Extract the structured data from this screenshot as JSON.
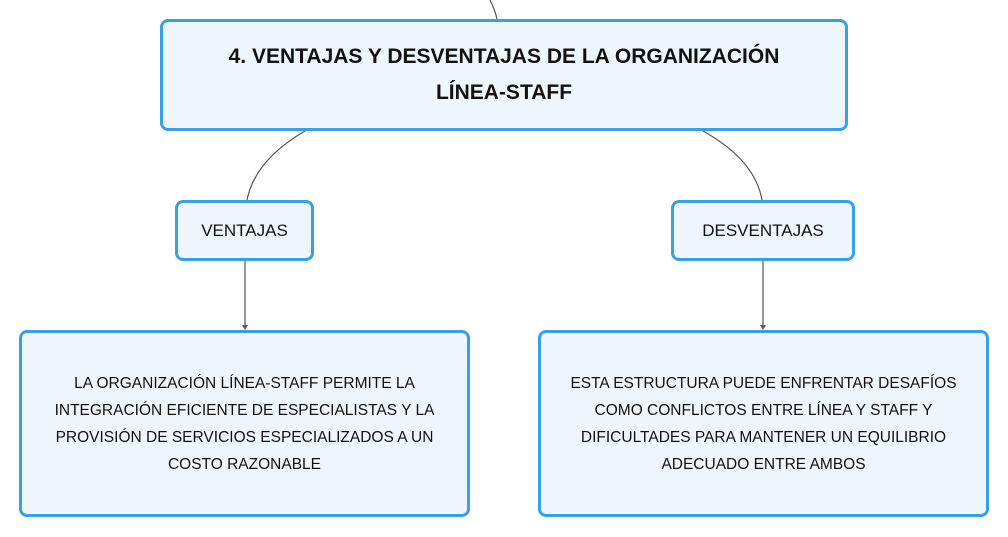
{
  "title": {
    "line1": "4. VENTAJAS Y DESVENTAJAS DE LA ORGANIZACIÓN",
    "line2": "LÍNEA-STAFF"
  },
  "branches": [
    {
      "label": "VENTAJAS",
      "detail": [
        "LA ORGANIZACIÓN LÍNEA-STAFF PERMITE LA",
        "INTEGRACIÓN EFICIENTE DE ESPECIALISTAS Y LA",
        "PROVISIÓN DE SERVICIOS ESPECIALIZADOS A UN",
        "COSTO RAZONABLE"
      ]
    },
    {
      "label": "DESVENTAJAS",
      "detail": [
        "ESTA ESTRUCTURA PUEDE ENFRENTAR DESAFÍOS",
        "COMO CONFLICTOS ENTRE LÍNEA Y STAFF Y",
        "DIFICULTADES PARA MANTENER UN EQUILIBRIO",
        "ADECUADO ENTRE AMBOS"
      ]
    }
  ],
  "colors": {
    "node_border": "#3aa0e4",
    "node_fill": "#eef6fd",
    "connector": "#555555"
  }
}
